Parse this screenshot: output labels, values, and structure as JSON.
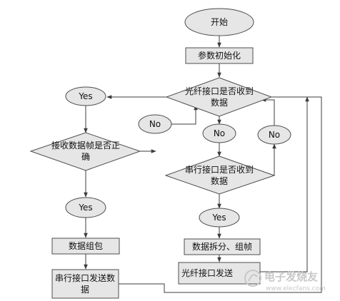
{
  "nodes": {
    "start": "开始",
    "init": "参数初始化",
    "fiber_check": [
      "光纤接口是否收到",
      "数据"
    ],
    "frame_check": [
      "接收数据帧是否正",
      "确"
    ],
    "serial_check": [
      "串行接口是否收到",
      "数据"
    ],
    "yes_left": "Yes",
    "no_left": "No",
    "no_mid": "No",
    "no_right": "No",
    "yes_left2": "Yes",
    "yes_mid": "Yes",
    "pack": "数据组包",
    "split": "数据拆分、组帧",
    "serial_send": [
      "串行接口发送数",
      "据"
    ],
    "fiber_send": "光纤接口发送"
  },
  "watermark": {
    "text": "电子发烧友",
    "sub": "www.elecfans.com"
  }
}
